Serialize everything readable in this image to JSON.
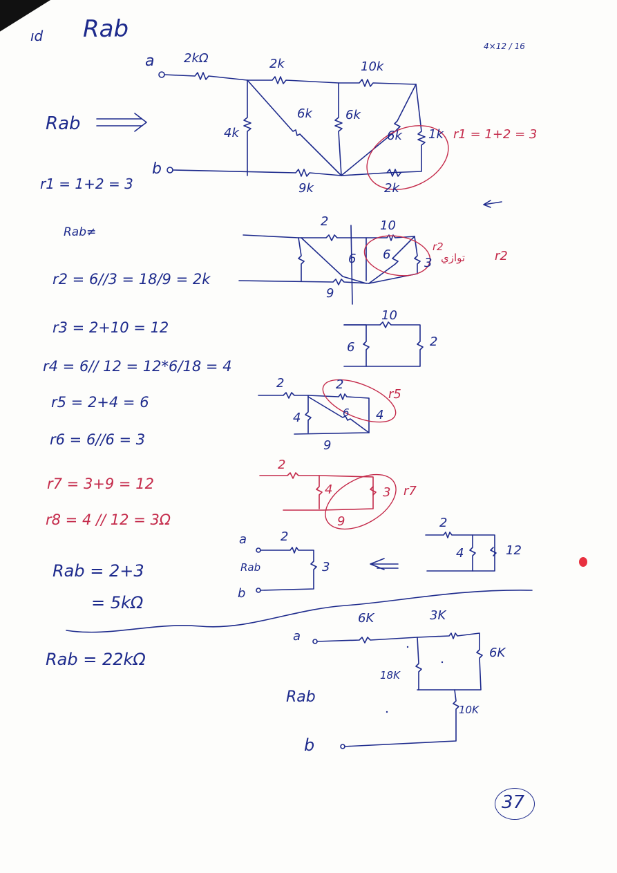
{
  "header": {
    "fragment": "ıd",
    "title": "Rab",
    "corner_note": "4×12 / 16"
  },
  "main_problem": {
    "rab_label": "Rab",
    "terminal_a": "a",
    "terminal_b": "b",
    "resistors": [
      "2kΩ",
      "2k",
      "10k",
      "4k",
      "6k",
      "6k",
      "6k",
      "1k",
      "9k",
      "2k"
    ],
    "r1_note": "r1 = 1+2 = 3"
  },
  "steps": {
    "r1": "r1 = 1+2 = 3",
    "rab_heading": "Rab≠",
    "r2": "r2 = 6//3 = 18/9 = 2k",
    "r3": "r3 = 2+10 = 12",
    "r4": "r4 = 6// 12 = 12*6/18 = 4",
    "r5": "r5 = 2+4 = 6",
    "r6": "r6 = 6//6 = 3",
    "r7": "r7 = 3+9 = 12",
    "r8": "r8 = 4 // 12 = 3Ω",
    "rab_result_line1": "Rab = 2+3",
    "rab_result_line2": "= 5kΩ"
  },
  "diagrams": {
    "d2": {
      "values": [
        "2",
        "10",
        "6",
        "6",
        "3",
        "9"
      ],
      "notes": [
        "r2",
        "توازي",
        "r2"
      ]
    },
    "d3": {
      "values": [
        "10",
        "6",
        "2"
      ]
    },
    "d4": {
      "values": [
        "2",
        "2",
        "4",
        "6",
        "4",
        "9"
      ],
      "note": "r5"
    },
    "d5": {
      "values": [
        "2",
        "4",
        "3",
        "9"
      ],
      "note": "r7"
    },
    "d6": {
      "values": [
        "2",
        "4",
        "12"
      ]
    },
    "d7": {
      "values": [
        "a",
        "2",
        "Rab",
        "3",
        "b"
      ]
    }
  },
  "second_problem": {
    "answer": "Rab = 22kΩ",
    "terminal_a": "a",
    "terminal_b": "b",
    "rab_label": "Rab",
    "resistors": [
      "6K",
      "3K",
      "6K",
      "18K",
      "10K"
    ]
  },
  "page_number": "37"
}
